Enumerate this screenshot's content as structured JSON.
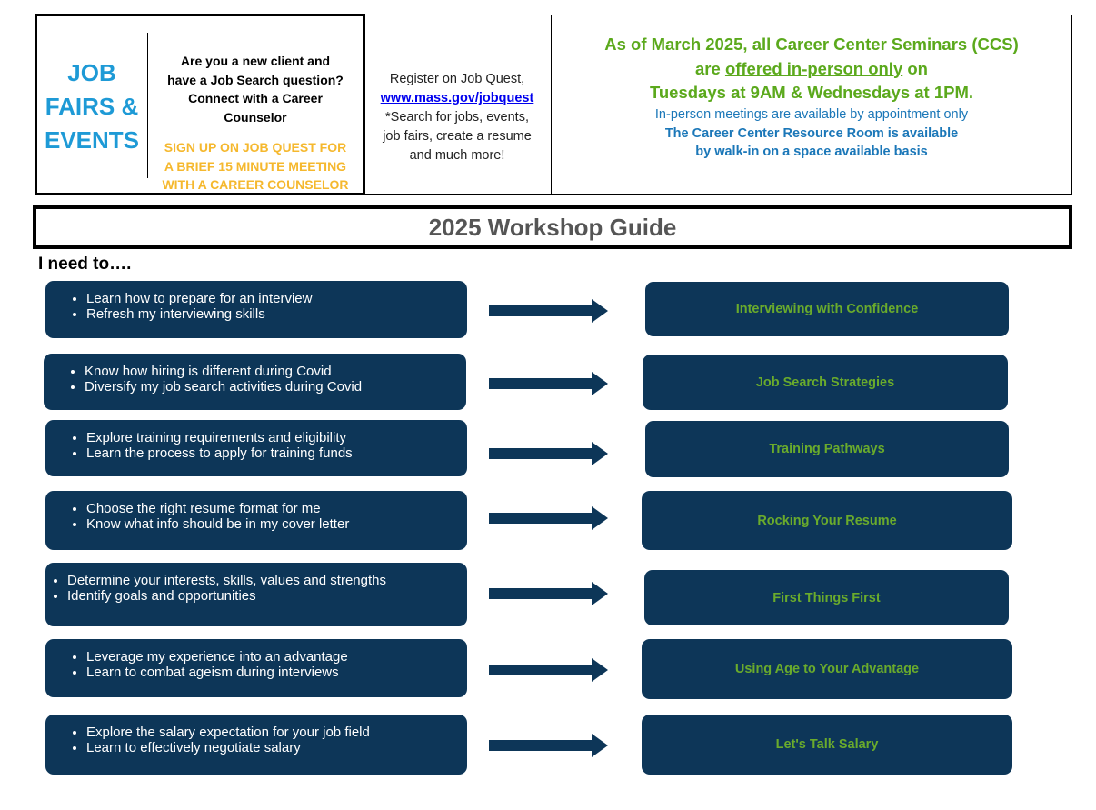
{
  "header": {
    "jobfairs": [
      "JOB",
      "FAIRS &",
      "EVENTS"
    ],
    "client_lines": [
      "Are you a new client and",
      "have a Job Search question?",
      "Connect with a Career",
      "Counselor"
    ],
    "signup_lines": [
      "SIGN UP ON JOB QUEST FOR",
      "A BRIEF 15 MINUTE MEETING",
      "WITH A CAREER COUNSELOR"
    ],
    "register_line": "Register on Job Quest,",
    "register_link": "www.mass.gov/jobquest",
    "register_rest": [
      "*Search for jobs, events,",
      "job fairs, create a resume",
      "and much more!"
    ],
    "ccs_line1": "As of March 2025, all Career Center Seminars (CCS)",
    "ccs_line2_pre": "are ",
    "ccs_line2_u": "offered in-person only",
    "ccs_line2_post": " on",
    "ccs_line3": "Tuesdays at 9AM & Wednesdays at 1PM.",
    "note1": "In-person meetings are available by appointment only",
    "note2": "The Career Center Resource Room is available",
    "note3": "by walk-in on a space available basis"
  },
  "guide_title": "2025 Workshop Guide",
  "need_label": "I need to….",
  "rows": [
    {
      "items": [
        "Learn how to prepare for an interview",
        "Refresh my interviewing skills"
      ],
      "workshop": "Interviewing with Confidence"
    },
    {
      "items": [
        "Know how hiring is different during Covid",
        "Diversify my job search activities during Covid"
      ],
      "workshop": "Job Search Strategies"
    },
    {
      "items": [
        "Explore training requirements and eligibility",
        "Learn the process to apply for training funds"
      ],
      "workshop": "Training Pathways"
    },
    {
      "items": [
        "Choose the right resume format for me",
        "Know what info should be in my cover letter"
      ],
      "workshop": "Rocking Your Resume"
    },
    {
      "items": [
        "Determine your interests, skills, values and strengths",
        "Identify goals and opportunities"
      ],
      "workshop": "First Things First"
    },
    {
      "items": [
        "Leverage my experience into an advantage",
        "Learn to combat ageism during interviews"
      ],
      "workshop": "Using Age to Your Advantage"
    },
    {
      "items": [
        "Explore the salary expectation for your job field",
        "Learn to effectively negotiate salary"
      ],
      "workshop": "Let's Talk Salary"
    }
  ],
  "colors": {
    "navy": "#0d3658",
    "green": "#6aab2c",
    "blue": "#1e9ad6",
    "gold": "#f5b82e"
  }
}
